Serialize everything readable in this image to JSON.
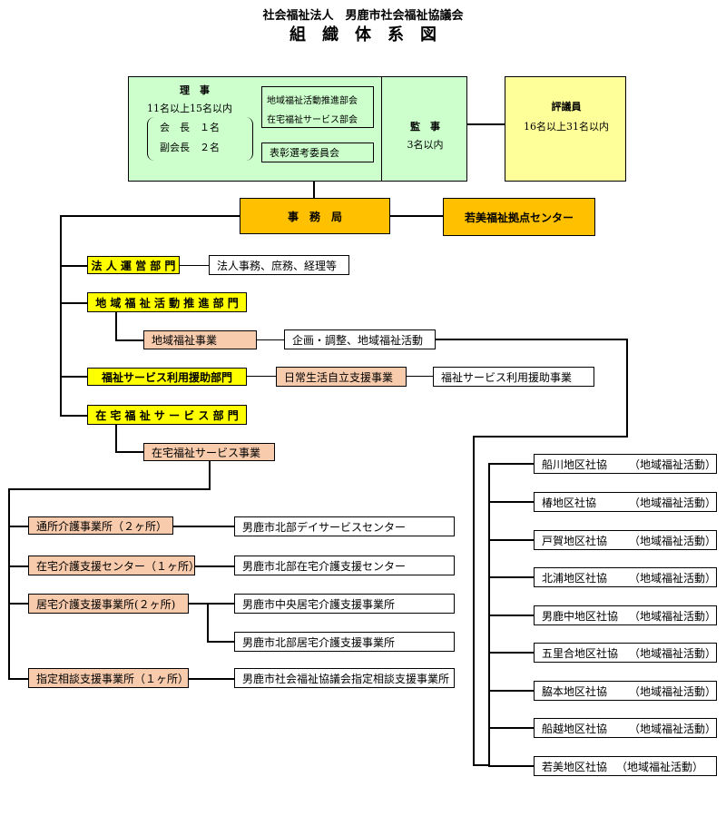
{
  "header": {
    "org_name": "社会福祉法人　男鹿市社会福祉協議会",
    "title": "組　織　体　系　図"
  },
  "board": {
    "title": "理　事",
    "count": "11名以上15名以内",
    "chair": "会　長　１名",
    "vice_chair": "副会長　２名",
    "sub1": "地域福祉活動推進部会",
    "sub2": "在宅福祉サービス部会",
    "committee": "表彰選考委員会"
  },
  "auditor": {
    "title": "監　事",
    "count": "3名以内"
  },
  "council": {
    "title": "評議員",
    "count": "16名以上31名以内"
  },
  "secretariat": {
    "label": "事　務　局"
  },
  "wakami_center": {
    "label": "若美福祉拠点センター"
  },
  "departments": {
    "corporate": {
      "label": "法 人 運 営 部 門",
      "desc": "法人事務、庶務、経理等"
    },
    "community": {
      "label": "地 域 福 祉 活 動 推 進 部 門",
      "project": "地域福祉事業",
      "desc": "企画・調整、地域福祉活動"
    },
    "service_support": {
      "label": "福祉サービス利用援助部門",
      "project": "日常生活自立支援事業",
      "desc": "福祉サービス利用援助事業"
    },
    "home_care": {
      "label": "在 宅 福 祉 サ ー ビ ス 部 門",
      "project": "在宅福祉サービス事業"
    }
  },
  "facilities": [
    {
      "type": "通所介護事業所（２ヶ所）",
      "names": [
        "男鹿市北部デイサービスセンター"
      ]
    },
    {
      "type": "在宅介護支援センター（１ヶ所）",
      "names": [
        "男鹿市北部在宅介護支援センター"
      ]
    },
    {
      "type": "居宅介護支援事業所(２ヶ所)",
      "names": [
        "男鹿市中央居宅介護支援事業所",
        "男鹿市北部居宅介護支援事業所"
      ]
    },
    {
      "type": "指定相談支援事業所（１ヶ所）",
      "names": [
        "男鹿市社会福祉協議会指定相談支援事業所"
      ]
    }
  ],
  "district_councils": [
    {
      "name": "船川地区社協",
      "note": "（地域福祉活動）"
    },
    {
      "name": "椿地区社協",
      "note": "（地域福祉活動）"
    },
    {
      "name": "戸賀地区社協",
      "note": "（地域福祉活動）"
    },
    {
      "name": "北浦地区社協",
      "note": "（地域福祉活動）"
    },
    {
      "name": "男鹿中地区社協",
      "note": "（地域福祉活動）"
    },
    {
      "name": "五里合地区社協",
      "note": "（地域福祉活動）"
    },
    {
      "name": "脇本地区社協",
      "note": "（地域福祉活動）"
    },
    {
      "name": "船越地区社協",
      "note": "（地域福祉活動）"
    },
    {
      "name": "若美地区社協",
      "note": "（地域福祉活動）"
    }
  ]
}
